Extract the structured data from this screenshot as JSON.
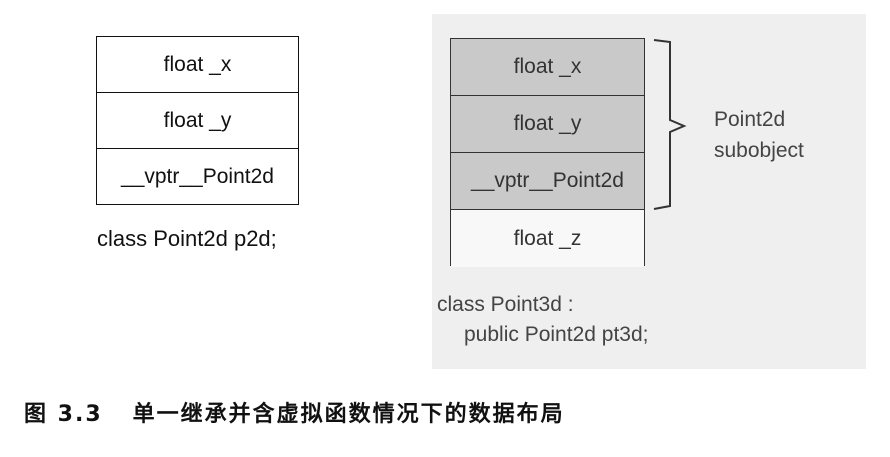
{
  "left": {
    "fields": [
      "float _x",
      "float _y",
      "__vptr__Point2d"
    ],
    "caption": "class Point2d p2d;"
  },
  "right": {
    "fields": [
      "float _x",
      "float _y",
      "__vptr__Point2d",
      "float _z"
    ],
    "brace_label_line1": "Point2d",
    "brace_label_line2": "subobject",
    "caption_line1": "class Point3d :",
    "caption_line2": "public Point2d pt3d;"
  },
  "figure": {
    "number": "图 3.3",
    "title": "单一继承并含虚拟函数情况下的数据布局"
  },
  "colors": {
    "shaded_cell": "#c9c9c9",
    "panel_background": "#efefef"
  }
}
